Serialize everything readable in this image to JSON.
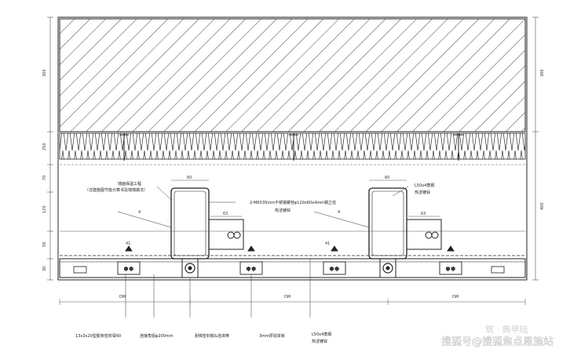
{
  "dimensions": {
    "wall_top": "300",
    "wall_top_right": "300",
    "insulation": "250",
    "gap1": "70",
    "gap2": "120",
    "gap3": "50",
    "panel": "30",
    "right_total": "400",
    "tube_width": "60",
    "bracket_63_left": "63",
    "bracket_63_right": "63",
    "pad_41_left": "41",
    "pad_41_right": "41",
    "d4_left": "4",
    "d4_right": "4",
    "bottom_left": "DM",
    "bottom_mid": "DM",
    "bottom_right": "DM"
  },
  "annotations": {
    "insulation_note_1": "墙面保温工程",
    "insulation_note_2": "（详建施图节能计算书及墙墙做法）",
    "tube_note": "2-M6X35mm不锈钢螺栓φ120x60x4mm钢立柱",
    "tube_note_2": "热浸镀锌",
    "angle_note_right": "L50x4角钢",
    "angle_note_right_2": "热浸镀锌",
    "bottom_1": "13x3x20型胶条密封膏60",
    "bottom_2": "连接角铝φ200mm",
    "bottom_3": "耐候密封胶&泡沫棒",
    "bottom_4": "3mm厚铝单板",
    "bottom_5": "L50x4角钢",
    "bottom_5b": "热浸镀锌"
  },
  "watermark": {
    "main": "搜狐号@搜狐焦点恩施站",
    "faint": "筑 · 典甲陆"
  },
  "colors": {
    "line": "#222222",
    "hatch": "#444444",
    "dim_line": "#555555",
    "watermark": "#ffffff"
  }
}
